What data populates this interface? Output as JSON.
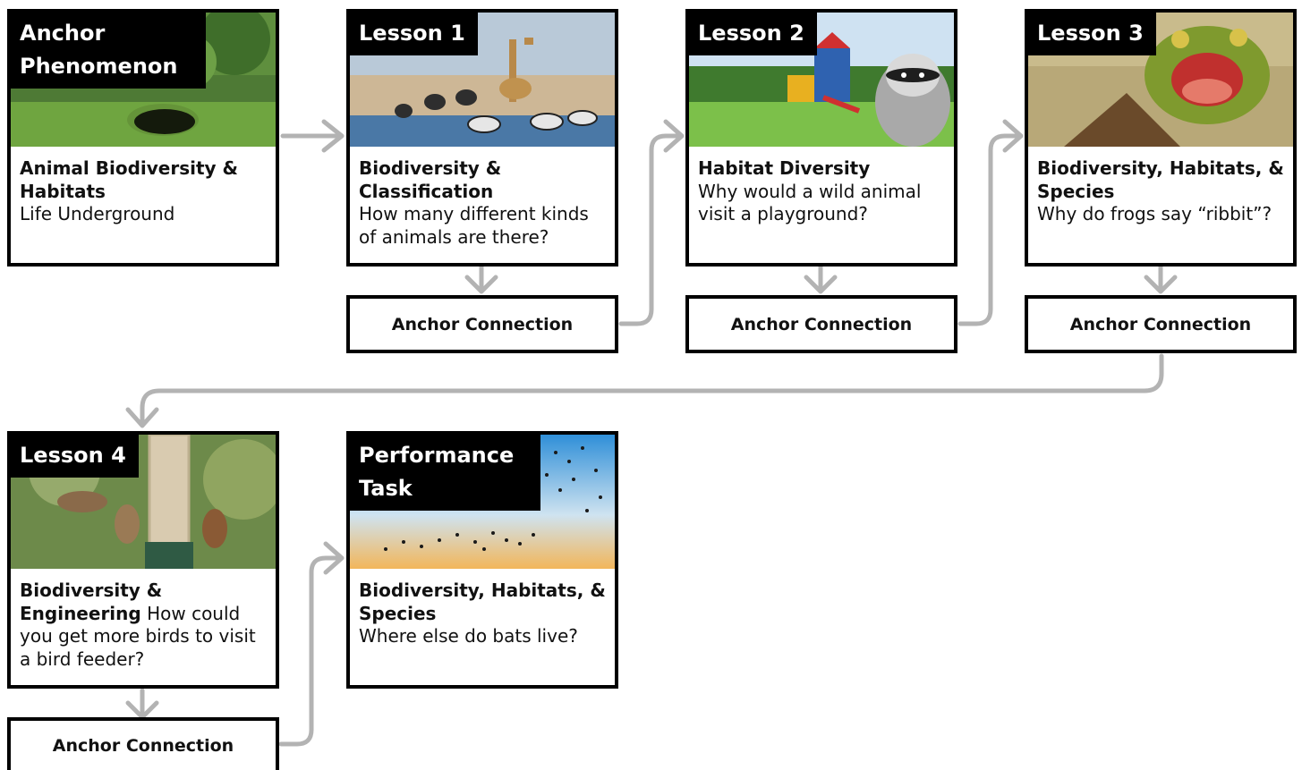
{
  "cards": [
    {
      "label": "Anchor Phenomenon",
      "title": "Animal Biodiversity & Habitats",
      "subtitle": "Life Underground"
    },
    {
      "label": "Lesson 1",
      "title": "Biodiversity & Classification",
      "subtitle": "How many different kinds of animals are there?"
    },
    {
      "label": "Lesson 2",
      "title": "Habitat Diversity",
      "subtitle": "Why would a wild animal visit a playground?"
    },
    {
      "label": "Lesson 3",
      "title": "Biodiversity, Habitats, & Species",
      "subtitle": "Why do frogs say “ribbit”?"
    },
    {
      "label": "Lesson 4",
      "title": "Biodiversity & Engineering",
      "subtitle": "How could you get more birds to visit a bird feeder?"
    },
    {
      "label": "Performance Task",
      "title": "Biodiversity, Habitats, & Species",
      "subtitle": "Where else do bats live?"
    }
  ],
  "connections": [
    {
      "label": "Anchor Connection"
    },
    {
      "label": "Anchor Connection"
    },
    {
      "label": "Anchor Connection"
    },
    {
      "label": "Anchor Connection"
    }
  ],
  "colors": {
    "border": "#000000",
    "arrow": "#b3b3b3",
    "label_bg": "#000000",
    "label_text": "#ffffff"
  },
  "images": [
    "cave-entrance-photo",
    "giraffe-zebras-ostriches-photo",
    "raccoon-playground-photo",
    "bullfrog-photo",
    "birds-at-feeder-photo",
    "bats-at-sunset-photo"
  ]
}
